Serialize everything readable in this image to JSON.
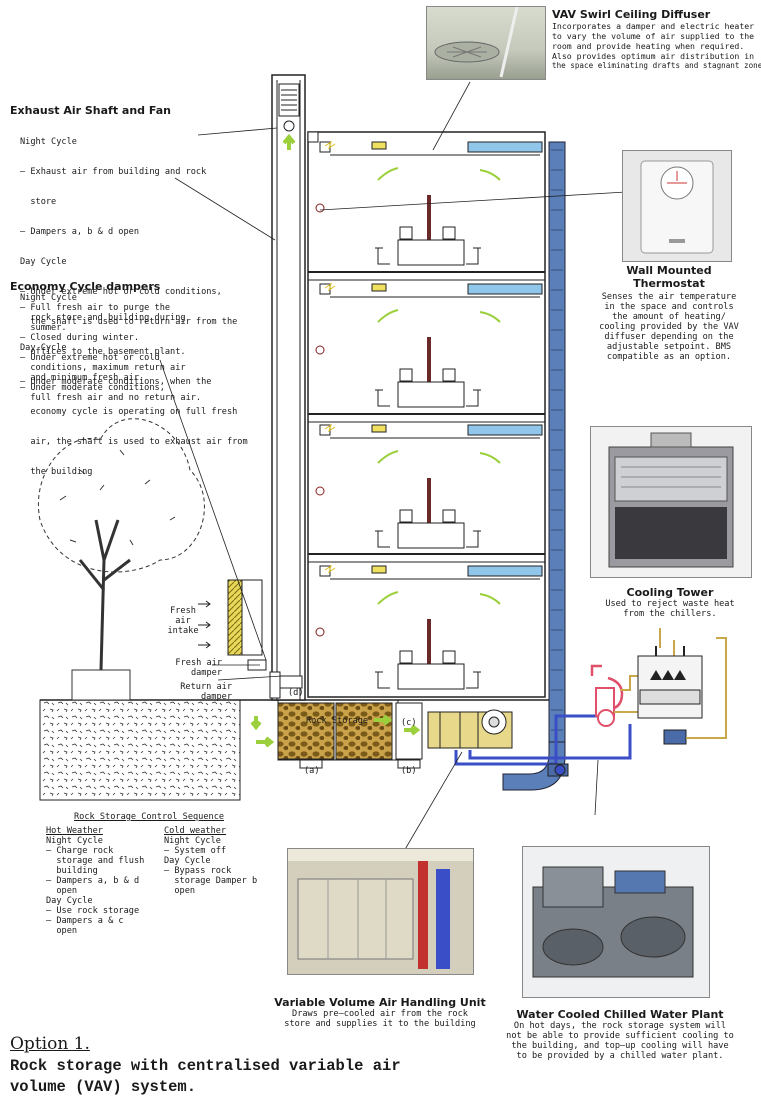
{
  "exhaust": {
    "title": "Exhaust Air Shaft and Fan",
    "lines": [
      "Night Cycle",
      "– Exhaust air from building and rock",
      "  store",
      "– Dampers a, b & d open",
      "Day Cycle",
      "– Under extreme hot or cold conditions,",
      "  the shaft is used to return air from the",
      "  offices to the basement plant.",
      "– Under moderate conditions, when the",
      "  economy cycle is operating on full fresh",
      "  air, the shaft is used to exhaust air from",
      "  the building"
    ]
  },
  "economy": {
    "title": "Economy Cycle dampers",
    "lines": [
      "Night Cycle",
      "– Full fresh air to purge the",
      "  rock store and building during",
      "  summer.",
      "– Closed during winter.",
      "Day Cycle",
      "– Under extreme hot or cold",
      "  conditions, maximum return air",
      "  and minimum fresh air.",
      "– Under moderate conditions,",
      "  full fresh air and no return air."
    ]
  },
  "vav": {
    "title": "VAV Swirl Ceiling Diffuser",
    "lines": [
      "Incorporates a damper and electric heater",
      "to vary the volume of air supplied to the",
      "room and provide heating when required.",
      "Also provides optimum air distribution in",
      "the space eliminating drafts and stagnant zones"
    ]
  },
  "thermostat": {
    "title_lines": [
      "Wall Mounted",
      "Thermostat"
    ],
    "lines": [
      "Senses the air temperature",
      "in the space and controls",
      "the amount of heating/",
      "cooling provided by the VAV",
      "diffuser depending on the",
      "adjustable setpoint. BMS",
      "compatible as an option."
    ]
  },
  "cooling": {
    "title": "Cooling Tower",
    "lines": [
      "Used to reject waste heat",
      "from the chillers."
    ]
  },
  "labels": {
    "fresh_intake": [
      "Fresh",
      "air",
      "intake"
    ],
    "fresh_damper": [
      "Fresh air",
      "damper"
    ],
    "return_damper": [
      "Return air",
      "damper"
    ],
    "rock_storage": "Rock Storage",
    "d": "(d)",
    "c": "(c)",
    "a": "(a)",
    "b": "(b)"
  },
  "sequence": {
    "title": "Rock Storage Control Sequence",
    "hot_title": "Hot Weather",
    "hot_lines": [
      "Night Cycle",
      "– Charge rock",
      "  storage and flush",
      "  building",
      "– Dampers a, b & d",
      "  open",
      "Day Cycle",
      "– Use rock storage",
      "– Dampers a & c",
      "  open"
    ],
    "cold_title": "Cold weather",
    "cold_lines": [
      "Night Cycle",
      "– System off",
      "Day Cycle",
      "– Bypass rock",
      "  storage Damper b",
      "  open"
    ]
  },
  "ahu": {
    "title": "Variable Volume Air Handling Unit",
    "lines": [
      "Draws pre–cooled air from the rock",
      "store and supplies it to the building"
    ]
  },
  "plant": {
    "title": "Water Cooled Chilled Water Plant",
    "lines": [
      "On hot days, the rock storage system will",
      "not be able to provide sufficient cooling to",
      "the building, and top–up cooling will have",
      "to be provided by a chilled water plant."
    ]
  },
  "option": {
    "label": "Option 1.",
    "title_lines": [
      "Rock storage with centralised variable air",
      "volume (VAV) system."
    ]
  },
  "colors": {
    "duct": "#5b7fb8",
    "diffuser": "#8fc6ea",
    "arrow_green": "#9bd03c",
    "chilled": "#3a4ec8",
    "condenser": "#c8a84a",
    "chiller_red": "#e0506a",
    "rock": "#8a6a20"
  }
}
